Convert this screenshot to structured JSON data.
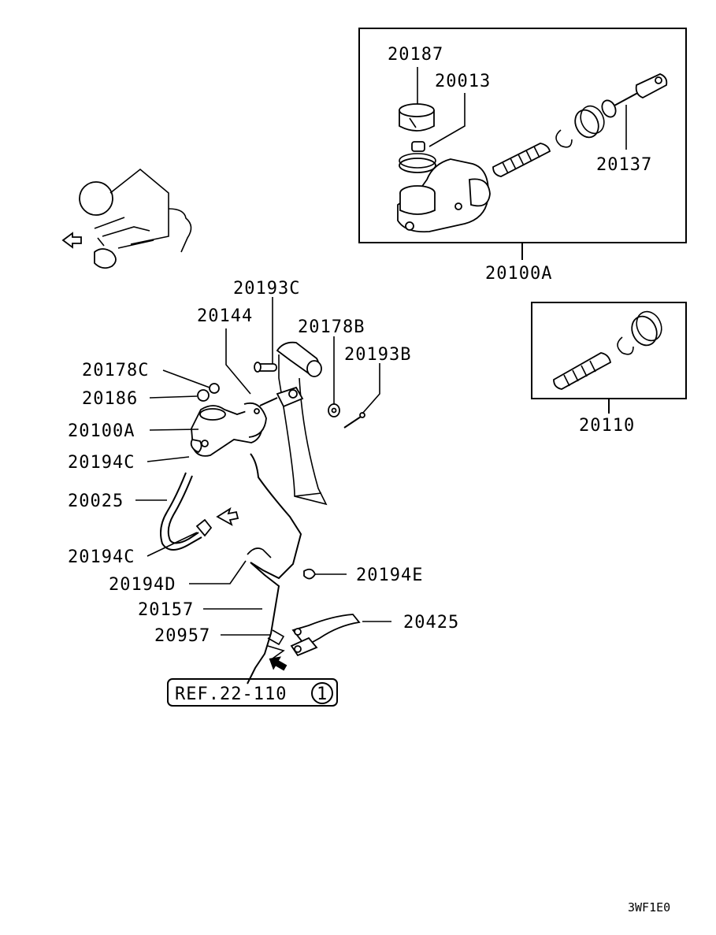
{
  "labels": {
    "p20187": "20187",
    "p20013": "20013",
    "p20137": "20137",
    "p20100A_box": "20100A",
    "p20110": "20110",
    "p20193C": "20193C",
    "p20144": "20144",
    "p20178B": "20178B",
    "p20193B": "20193B",
    "p20178C": "20178C",
    "p20186": "20186",
    "p20100A": "20100A",
    "p20194C_top": "20194C",
    "p20025": "20025",
    "p20194C_bottom": "20194C",
    "p20194D": "20194D",
    "p20194E": "20194E",
    "p20157": "20157",
    "p20425": "20425",
    "p20957": "20957"
  },
  "reference": {
    "text": "REF.22-110",
    "circled": "1"
  },
  "diagram_code": "3WF1E0"
}
